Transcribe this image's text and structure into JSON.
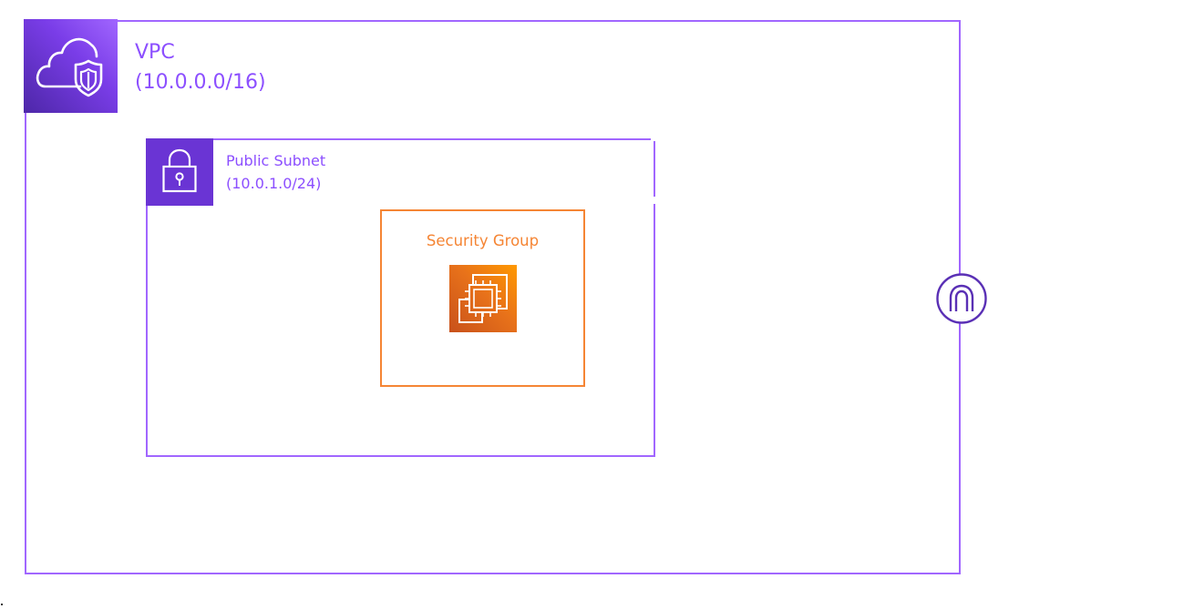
{
  "vpc": {
    "title": "VPC",
    "cidr": "(10.0.0.0/16)",
    "icon": "vpc-cloud-shield-icon"
  },
  "subnet": {
    "title": "Public Subnet",
    "cidr": "(10.0.1.0/24)",
    "icon": "padlock-icon"
  },
  "security_group": {
    "title": "Security Group"
  },
  "instance": {
    "icon": "ec2-instance-icon"
  },
  "gateway": {
    "icon": "internet-gateway-icon"
  },
  "colors": {
    "vpc_border": "#a166ff",
    "vpc_text": "#8c4fff",
    "subnet_tile": "#6a34d4",
    "security_group": "#f58534",
    "ec2_gradient_start": "#c8511b",
    "ec2_gradient_end": "#ff9900",
    "gateway": "#5a30b5"
  }
}
